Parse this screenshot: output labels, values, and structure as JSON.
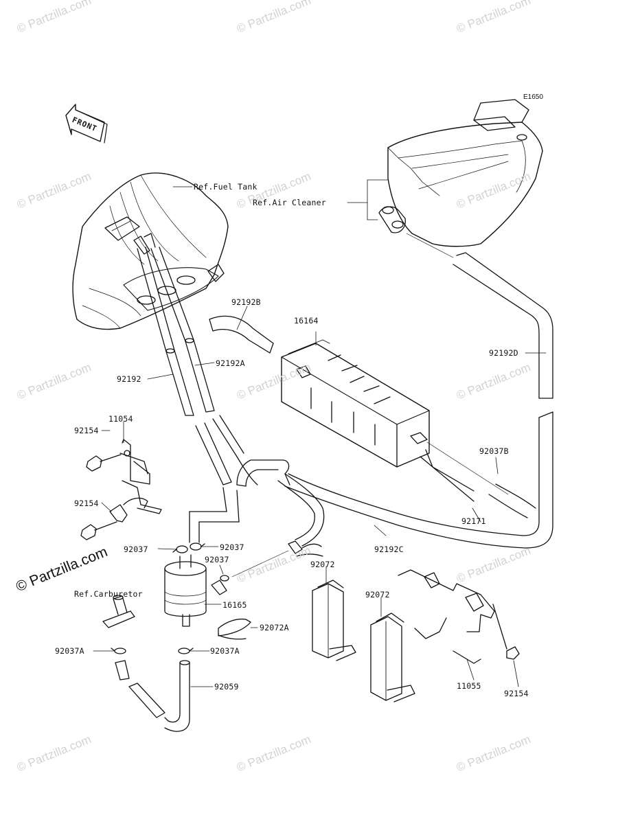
{
  "diagram_code": "E1650",
  "front_label": "FRONT",
  "watermark_text": "© Partzilla.com",
  "watermark_main": "© Partzilla.com",
  "references": {
    "fuel_tank": "Ref.Fuel Tank",
    "air_cleaner": "Ref.Air Cleaner",
    "carburetor": "Ref.Carburetor"
  },
  "parts": {
    "p92192B": "92192B",
    "p16164": "16164",
    "p92192D": "92192D",
    "p92192A": "92192A",
    "p92192": "92192",
    "p11054": "11054",
    "p92154_a": "92154",
    "p92154_b": "92154",
    "p92037B": "92037B",
    "p92171": "92171",
    "p92037_left": "92037",
    "p92037_right": "92037",
    "p92037_mid": "92037",
    "p92192C": "92192C",
    "p92072_a": "92072",
    "p92072_b": "92072",
    "p16165": "16165",
    "p92072A": "92072A",
    "p92037A_left": "92037A",
    "p92037A_right": "92037A",
    "p92059": "92059",
    "p11055": "11055",
    "p92154_c": "92154"
  }
}
